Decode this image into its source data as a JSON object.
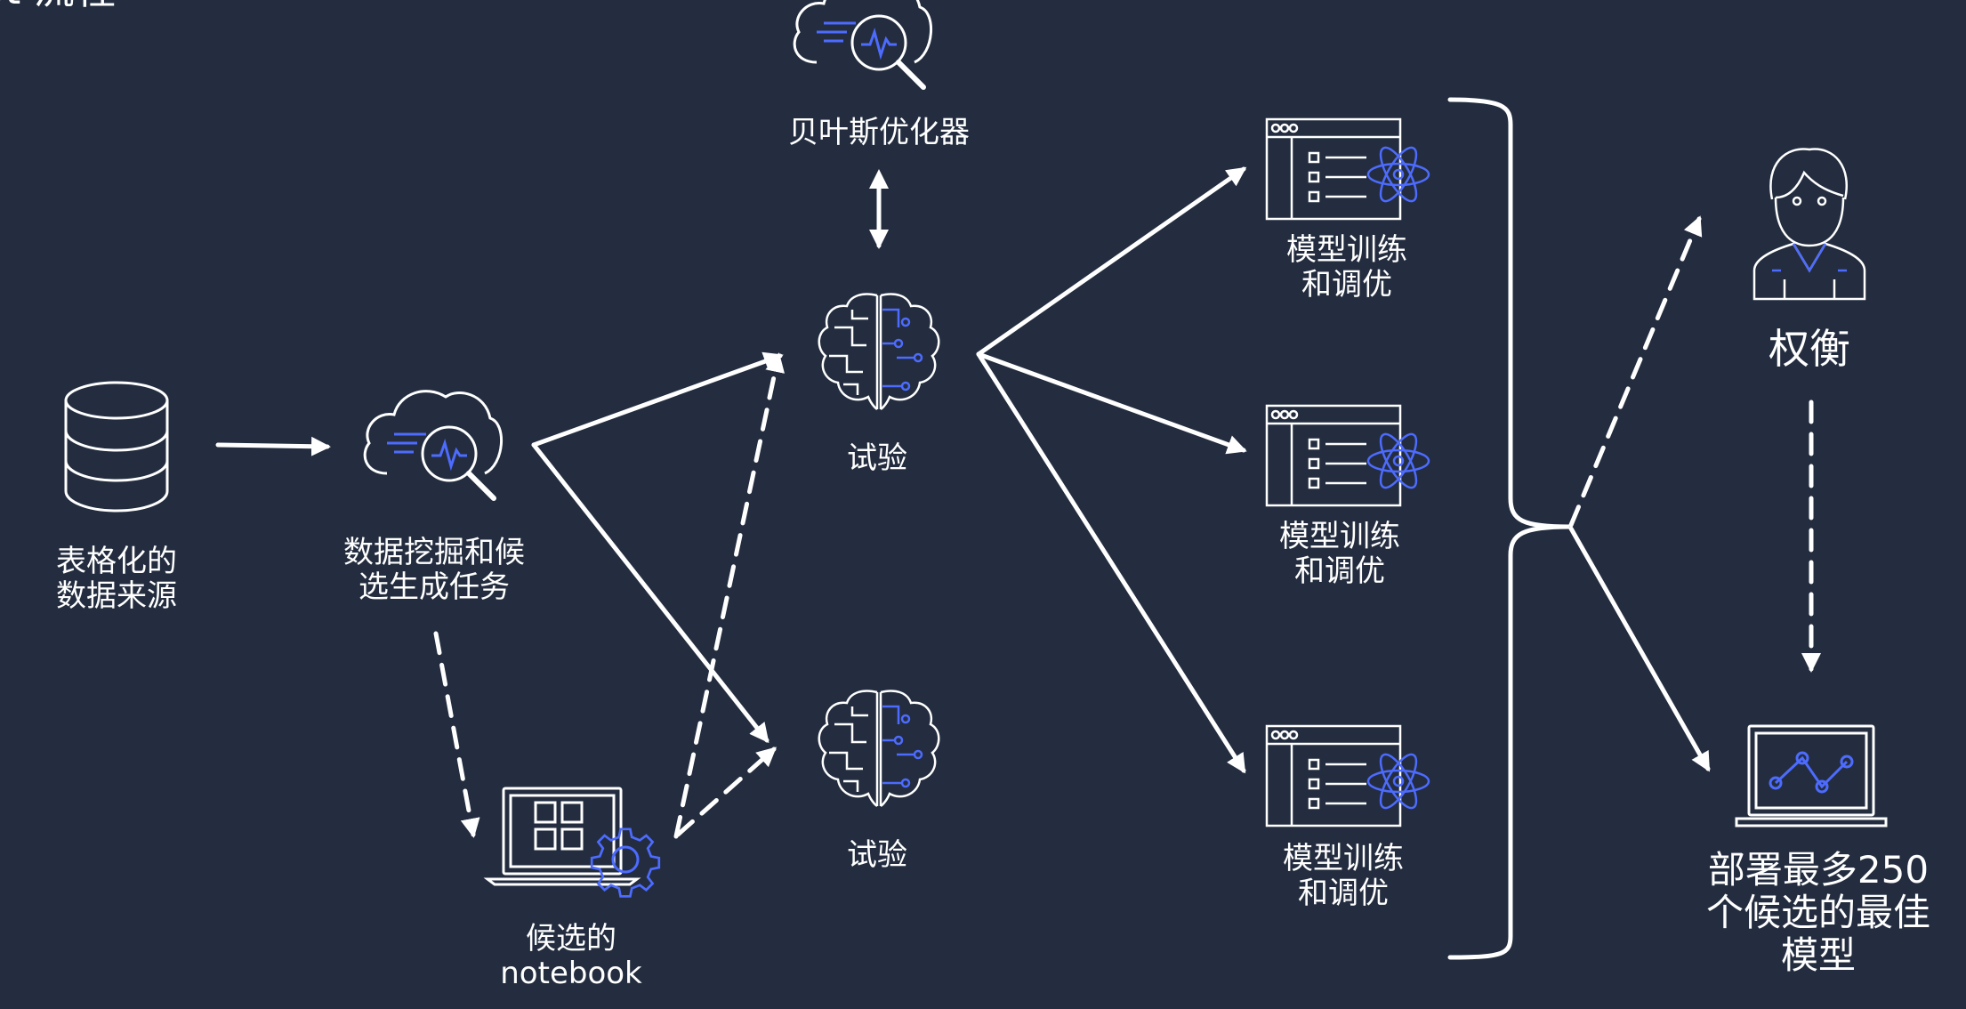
{
  "header": {
    "title_fragment": "AutoPilot 流程"
  },
  "nodes": {
    "data_source": {
      "label_lines": [
        "表格化的",
        "数据来源"
      ],
      "icon": "database-icon"
    },
    "mining": {
      "label_lines": [
        "数据挖掘和候",
        "选生成任务"
      ],
      "icon": "cloud-analysis-icon"
    },
    "notebook": {
      "label_lines": [
        "候选的",
        "notebook"
      ],
      "icon": "laptop-gear-icon"
    },
    "bayes": {
      "label_lines": [
        "贝叶斯优化器"
      ],
      "icon": "cloud-analysis-icon"
    },
    "trial_1": {
      "label_lines": [
        "试验"
      ],
      "icon": "brain-circuit-icon"
    },
    "trial_2": {
      "label_lines": [
        "试验"
      ],
      "icon": "brain-circuit-icon"
    },
    "train_1": {
      "label_lines": [
        "模型训练",
        "和调优"
      ],
      "icon": "ml-window-atom-icon"
    },
    "train_2": {
      "label_lines": [
        "模型训练",
        "和调优"
      ],
      "icon": "ml-window-atom-icon"
    },
    "train_3": {
      "label_lines": [
        "模型训练",
        "和调优"
      ],
      "icon": "ml-window-atom-icon"
    },
    "tradeoff": {
      "label_lines": [
        "权衡"
      ],
      "icon": "user-avatar-icon"
    },
    "deploy": {
      "label_lines": [
        "部署最多250",
        "个候选的最佳",
        "模型"
      ],
      "icon": "laptop-chart-icon"
    }
  },
  "colors": {
    "background": "#232d3f",
    "line": "#ffffff",
    "accent": "#4d6bfe"
  }
}
